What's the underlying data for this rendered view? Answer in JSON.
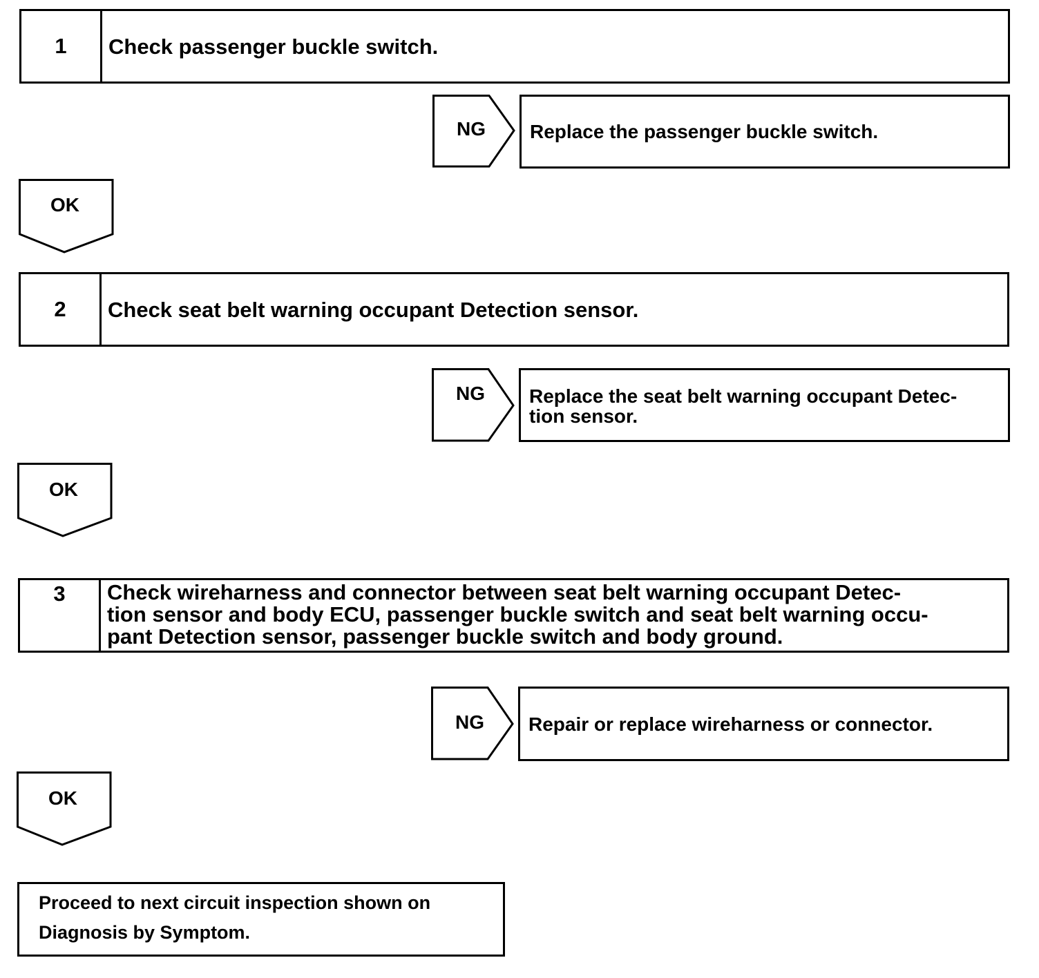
{
  "steps": [
    {
      "number": "1",
      "text": "Check passenger buckle switch.",
      "ng_label": "NG",
      "ng_result": "Replace the passenger buckle switch.",
      "ok_label": "OK"
    },
    {
      "number": "2",
      "text": "Check seat belt warning occupant Detection sensor.",
      "ng_label": "NG",
      "ng_result_lines": [
        "Replace the seat belt warning occupant Detec-",
        "tion sensor."
      ],
      "ok_label": "OK"
    },
    {
      "number": "3",
      "text_lines": [
        "Check wireharness and connector between seat belt warning occupant Detec-",
        "tion sensor and body ECU, passenger buckle switch and seat belt warning occu-",
        "pant Detection sensor, passenger buckle switch and body ground."
      ],
      "ng_label": "NG",
      "ng_result": "Repair or replace wireharness or connector.",
      "ok_label": "OK"
    }
  ],
  "final": {
    "lines": [
      "Proceed to next circuit inspection shown on",
      "Diagnosis by Symptom."
    ]
  }
}
